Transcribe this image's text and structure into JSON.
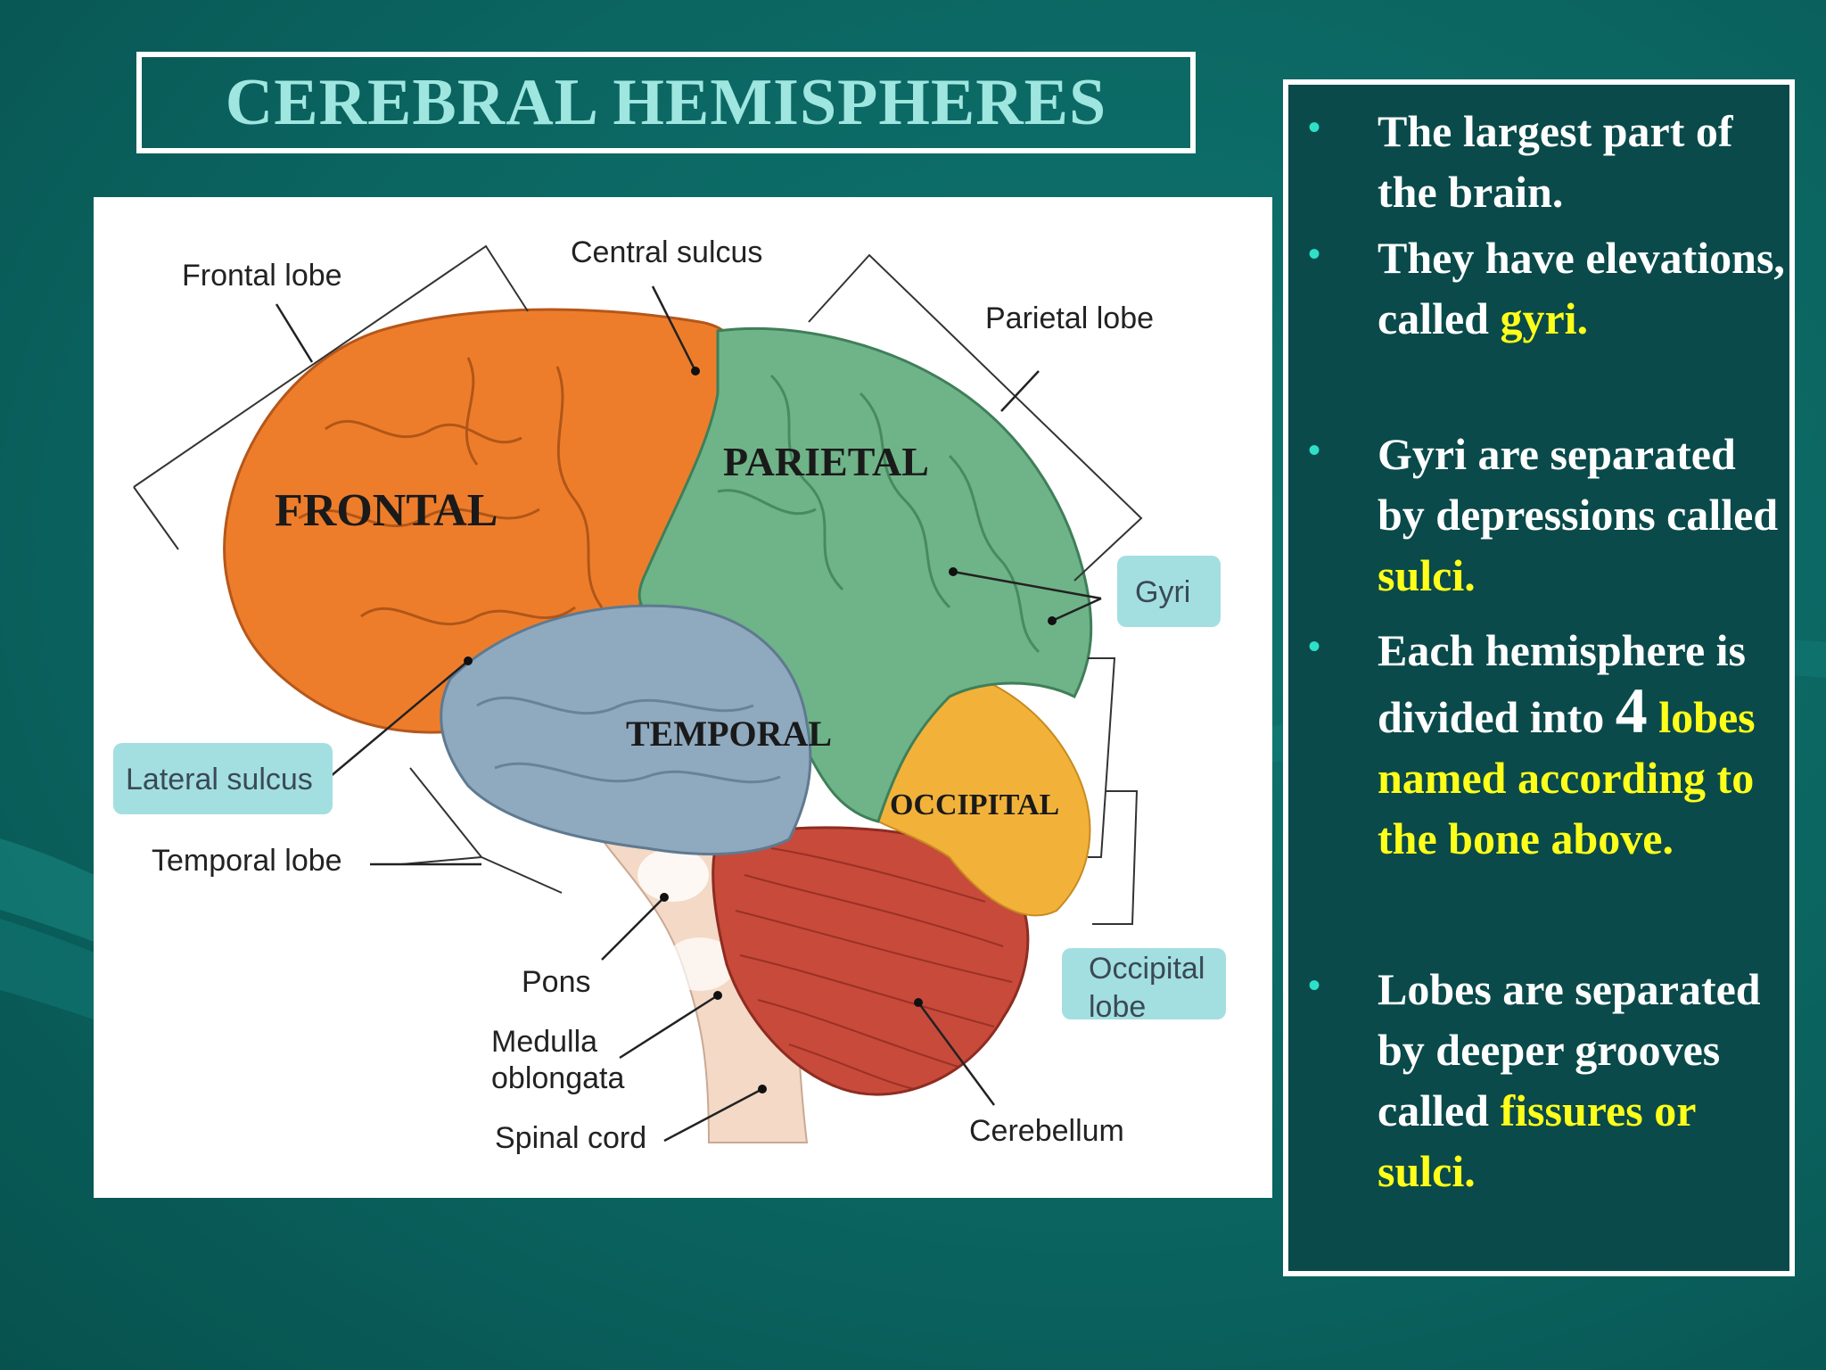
{
  "title": "CEREBRAL HEMISPHERES",
  "diagram": {
    "labels": {
      "frontal_lobe": "Frontal lobe",
      "central_sulcus": "Central sulcus",
      "parietal_lobe": "Parietal lobe",
      "gyri": "Gyri",
      "lateral_sulcus": "Lateral sulcus",
      "temporal_lobe": "Temporal lobe",
      "pons": "Pons",
      "medulla_line1": "Medulla",
      "medulla_line2": "oblongata",
      "spinal_cord": "Spinal cord",
      "cerebellum": "Cerebellum",
      "occipital_line1": "Occipital",
      "occipital_line2": "lobe"
    },
    "lobe_names": {
      "frontal": "FRONTAL",
      "parietal": "PARIETAL",
      "temporal": "TEMPORAL",
      "occipital": "OCCIPITAL"
    },
    "colors": {
      "frontal": "#ee7d2b",
      "parietal": "#6fb388",
      "temporal": "#8fa9bf",
      "occipital": "#f2b23a",
      "cerebellum": "#c84a3a",
      "brainstem": "#f3d9c6",
      "callout_bg": "#a3dfe0"
    }
  },
  "bullets": [
    {
      "text": "The largest part of the brain."
    },
    {
      "prefix": "They have elevations, called ",
      "highlight": "gyri."
    },
    {
      "prefix": "Gyri are separated by depressions called ",
      "highlight": "sulci."
    },
    {
      "prefix": "Each hemisphere is divided into ",
      "number": "4",
      "highlight": "lobes named according to the bone above."
    },
    {
      "prefix": "Lobes are separated by deeper grooves called ",
      "highlight": "fissures or sulci."
    }
  ],
  "colors": {
    "background": "#0b6561",
    "title_text": "#9fe6e0",
    "bullet_dot": "#2ee0c8",
    "highlight": "#ffff1a"
  }
}
